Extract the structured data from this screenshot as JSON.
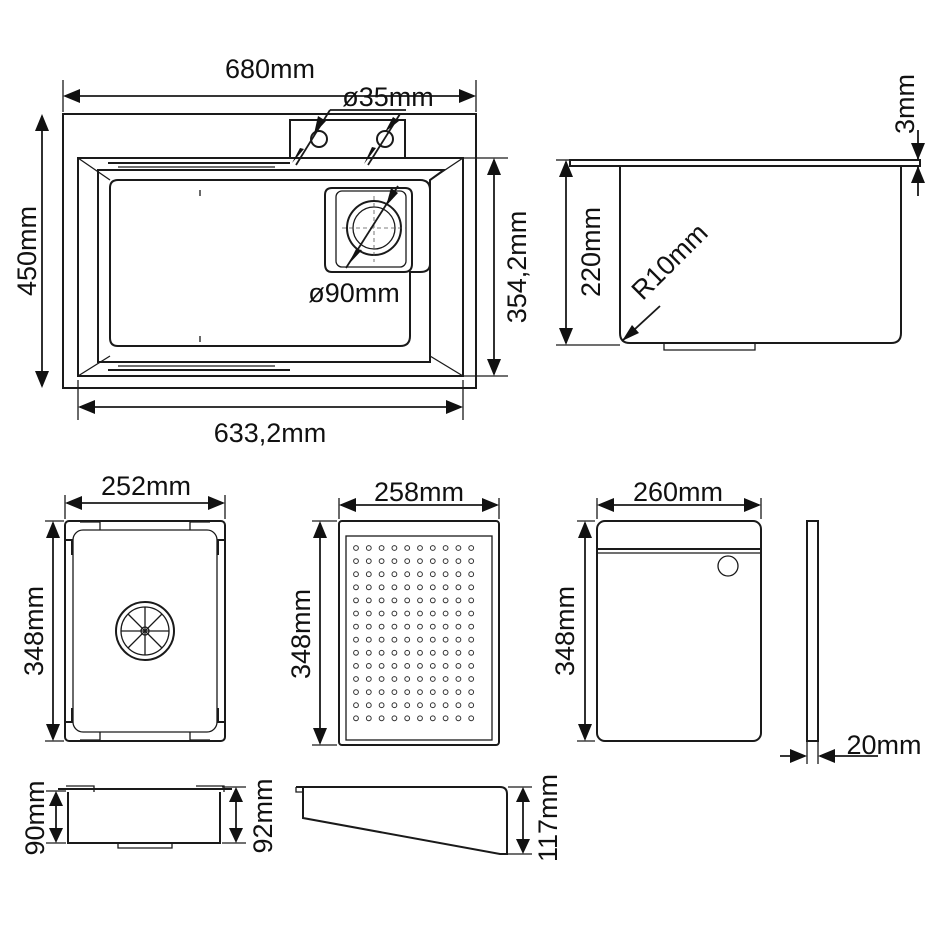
{
  "dimensions": {
    "sink_width": "680mm",
    "tap_hole": "ø35mm",
    "sink_depth": "450mm",
    "bowl_depth": "354,2mm",
    "drain": "ø90mm",
    "bowl_width": "633,2mm",
    "edge_thickness": "3mm",
    "bowl_height": "220mm",
    "radius": "R10mm",
    "basket_width": "252mm",
    "basket_length": "348mm",
    "basket_height_left": "90mm",
    "basket_height_right": "92mm",
    "tray_width": "258mm",
    "tray_length": "348mm",
    "tray_height": "117mm",
    "board_width": "260mm",
    "board_length": "348mm",
    "board_thickness": "20mm"
  }
}
